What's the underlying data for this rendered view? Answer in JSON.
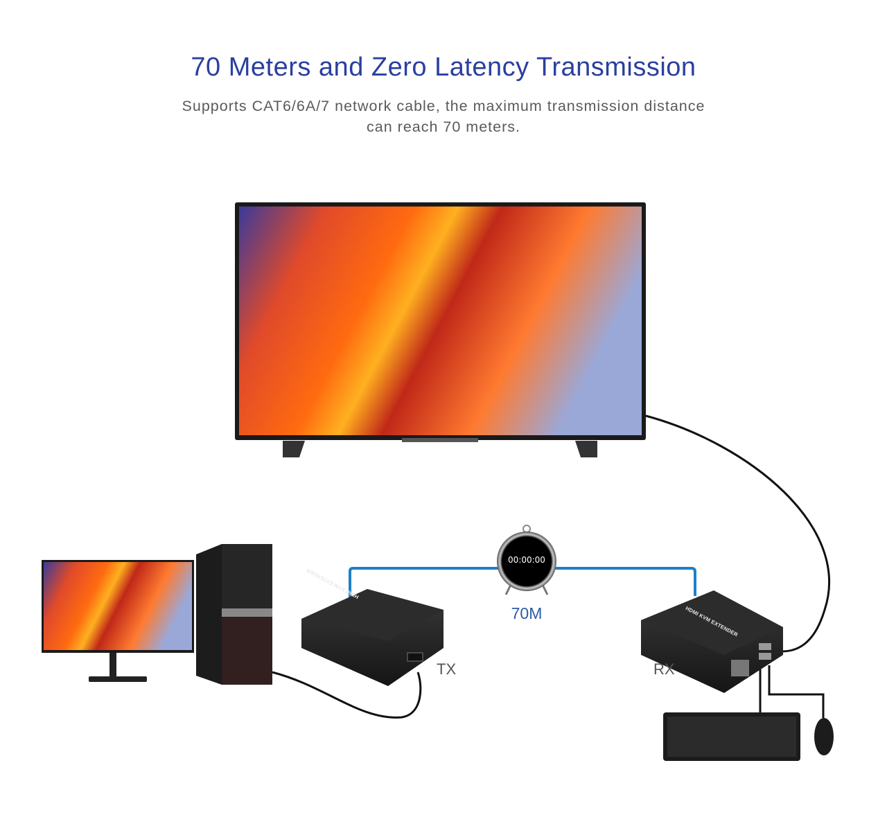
{
  "header": {
    "title": "70 Meters and Zero Latency Transmission",
    "subtitle_line1": "Supports CAT6/6A/7 network cable, the maximum transmission distance",
    "subtitle_line2": "can reach 70 meters."
  },
  "diagram": {
    "timer_display": "00:00:00",
    "distance_label": "70M",
    "transmitter_label": "TX",
    "receiver_label": "RX",
    "device_print": "HDMI KVM EXTENDER",
    "cable_color": "#1f7fc8",
    "accent_color": "#2a3f9e"
  }
}
